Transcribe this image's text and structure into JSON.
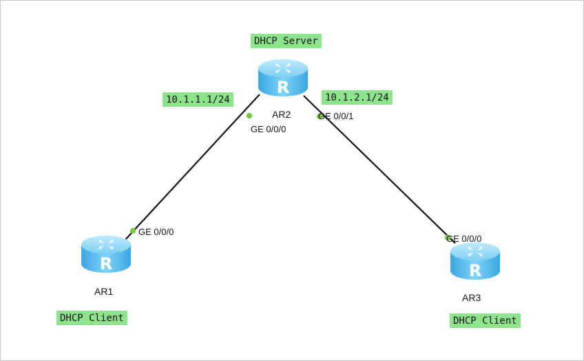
{
  "diagram": {
    "nodes": {
      "ar1": {
        "name": "AR1",
        "role": "DHCP Client",
        "icon": "router-icon",
        "glyph": "R"
      },
      "ar2": {
        "name": "AR2",
        "role": "DHCP Server",
        "icon": "router-icon",
        "glyph": "R"
      },
      "ar3": {
        "name": "AR3",
        "role": "DHCP Client",
        "icon": "router-icon",
        "glyph": "R"
      }
    },
    "links": [
      {
        "from": "AR2",
        "from_port": "GE 0/0/0",
        "to": "AR1",
        "to_port": "GE 0/0/0",
        "subnet": "10.1.1.1/24"
      },
      {
        "from": "AR2",
        "from_port": "GE 0/0/1",
        "to": "AR3",
        "to_port": "GE 0/0/0",
        "subnet": "10.1.2.1/24"
      }
    ],
    "colors": {
      "tag_background": "#8ee48c",
      "port_dot": "#7ac943",
      "link": "#111111",
      "router_body": "#5fc0ee"
    }
  }
}
